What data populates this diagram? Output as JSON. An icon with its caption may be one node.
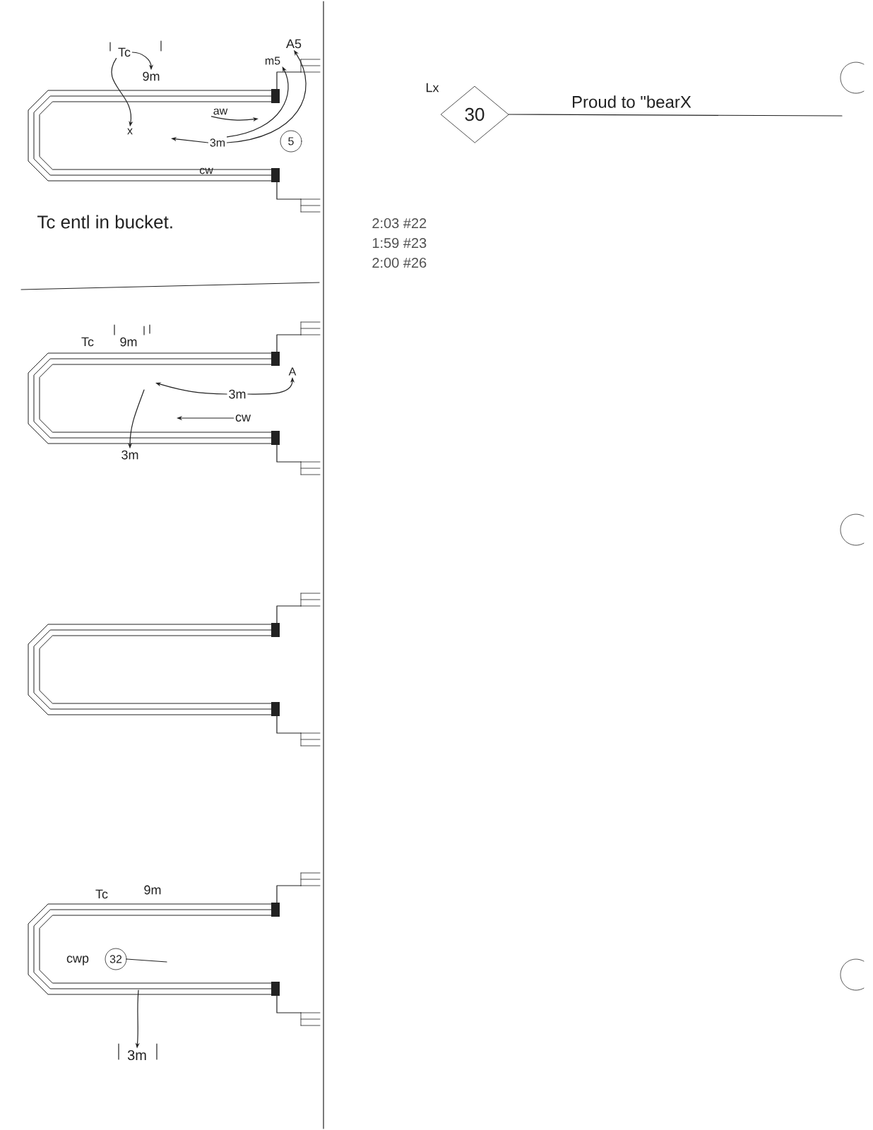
{
  "diagram": {
    "nodes": [
      {
        "text": [
          "30"
        ],
        "beside": [
          "Lx"
        ]
      },
      {
        "text": [
          "Tc"
        ]
      },
      {
        "text": [
          "9m"
        ]
      },
      {
        "text": [
          "x"
        ]
      },
      {
        "text": [
          "A5"
        ]
      },
      {
        "text": [
          "m5"
        ]
      },
      {
        "text": [
          "aw"
        ]
      },
      {
        "text": [
          "3m"
        ]
      },
      {
        "text": [
          "cw"
        ]
      },
      {
        "text": [
          "5"
        ]
      },
      {
        "text": [
          "Tc"
        ]
      },
      {
        "text": [
          "9m"
        ]
      },
      {
        "text": [
          "3m"
        ]
      },
      {
        "text": [
          "A"
        ]
      },
      {
        "text": [
          "cw"
        ]
      },
      {
        "text": [
          "3m"
        ]
      },
      {
        "text": [
          "Tc"
        ]
      },
      {
        "text": [
          "9m"
        ]
      },
      {
        "text": [
          "cwp"
        ]
      },
      {
        "text": [
          "32"
        ]
      },
      {
        "text": [
          "3m"
        ]
      }
    ],
    "edges": [
      {
        "from": 0,
        "to": null,
        "arrow": "none",
        "label": "Proud to \"bearX"
      },
      {
        "from": 1,
        "to": 2,
        "arrow": "to"
      },
      {
        "from": 1,
        "to": 3,
        "arrow": "to"
      },
      {
        "from": 6,
        "to": null,
        "arrow": "to"
      },
      {
        "from": 7,
        "to": null,
        "arrow": "to"
      },
      {
        "from": 7,
        "to": 4,
        "arrow": "to"
      },
      {
        "from": 7,
        "to": 5,
        "arrow": "to"
      },
      {
        "from": 12,
        "to": null,
        "arrow": "to"
      },
      {
        "from": 12,
        "to": 13,
        "arrow": "to"
      },
      {
        "from": 14,
        "to": null,
        "arrow": "to"
      },
      {
        "from": null,
        "to": 15,
        "arrow": "to"
      },
      {
        "from": 19,
        "to": null,
        "arrow": "none"
      },
      {
        "from": null,
        "to": 20,
        "arrow": "to"
      }
    ],
    "labels": [
      "Tc entl in bucket.",
      "2:03 #22",
      "1:59 #23",
      "2:00 #26"
    ]
  }
}
